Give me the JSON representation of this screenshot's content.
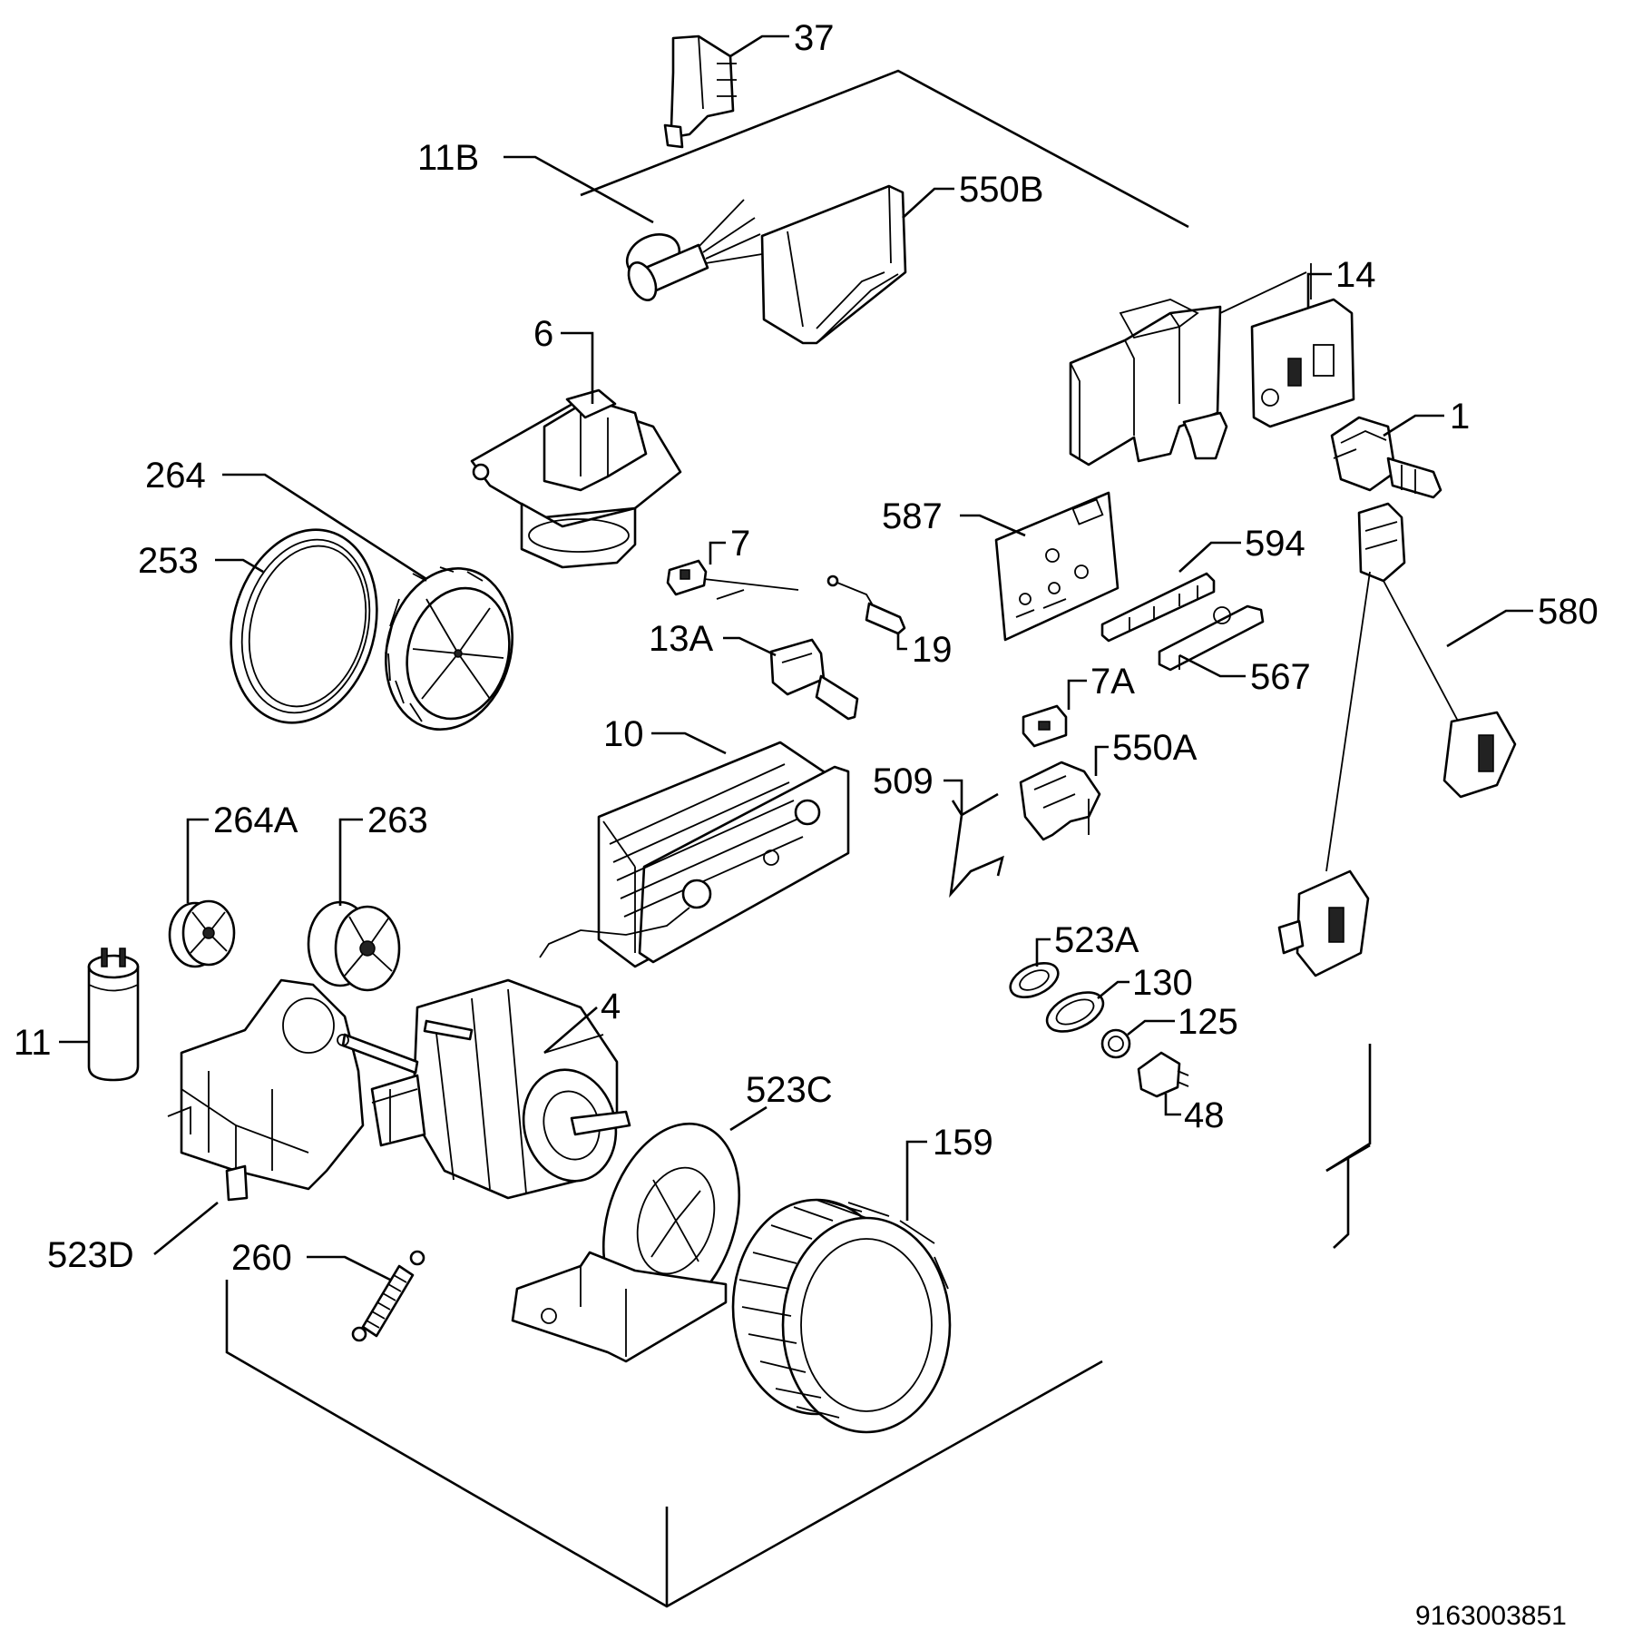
{
  "labels": {
    "p37": "37",
    "p11b": "11B",
    "p550b": "550B",
    "p14": "14",
    "p6": "6",
    "p1": "1",
    "p264": "264",
    "p253": "253",
    "p587": "587",
    "p594": "594",
    "p7": "7",
    "p19": "19",
    "p580": "580",
    "p13a": "13A",
    "p567": "567",
    "p7a": "7A",
    "p10": "10",
    "p509": "509",
    "p550a": "550A",
    "p264a": "264A",
    "p263": "263",
    "p523a": "523A",
    "p130": "130",
    "p125": "125",
    "p4": "4",
    "p11": "11",
    "p48": "48",
    "p523c": "523C",
    "p159": "159",
    "p523d": "523D",
    "p260": "260"
  },
  "document_number": "9163003851"
}
